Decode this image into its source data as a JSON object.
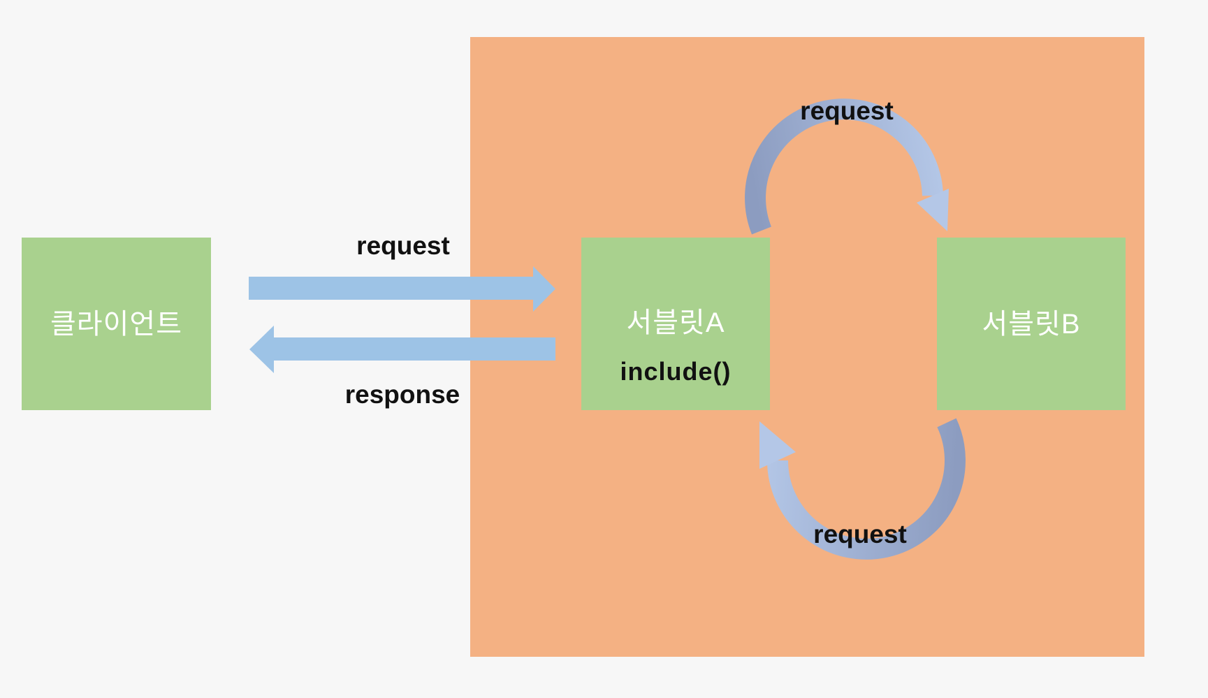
{
  "diagram": {
    "client_box": {
      "label": "클라이언트"
    },
    "servlet_a_box": {
      "label": "서블릿A",
      "method_label": "include()"
    },
    "servlet_b_box": {
      "label": "서블릿B"
    },
    "arrow_labels": {
      "client_to_server": "request",
      "server_to_client": "response",
      "a_to_b": "request",
      "b_to_a": "request"
    },
    "colors": {
      "background": "#f7f7f7",
      "server_container": "#f4b183",
      "node_green": "#a9d18e",
      "node_text": "#ffffff",
      "label_text": "#111111",
      "straight_arrow": "#9dc3e6",
      "curved_arrow_dark": "#8c9cc0",
      "curved_arrow_light": "#b4c7e7"
    }
  }
}
